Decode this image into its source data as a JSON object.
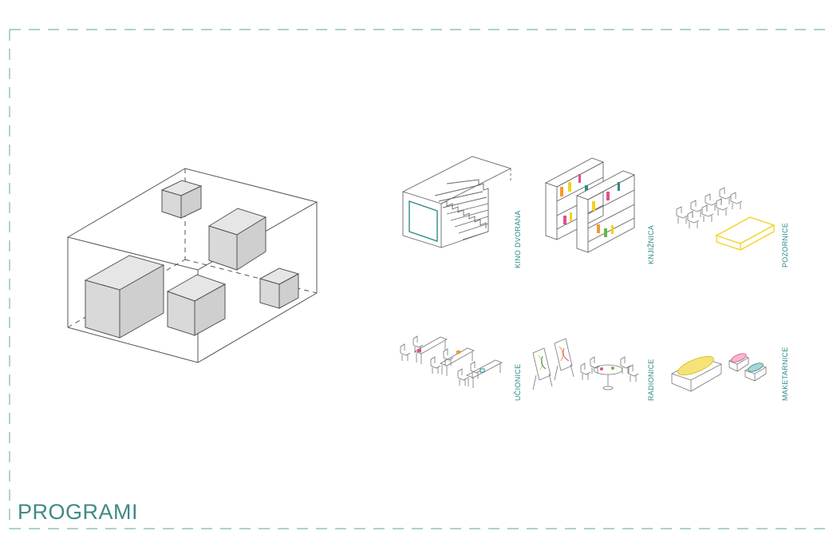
{
  "title": "PROGRAMI",
  "programs": [
    {
      "key": "kino",
      "label": "KINO DVORANA"
    },
    {
      "key": "knjiznica",
      "label": "KNJIŽNICA"
    },
    {
      "key": "pozornice",
      "label": "POZORNICE"
    },
    {
      "key": "ucionice",
      "label": "UČIONICE"
    },
    {
      "key": "radionice",
      "label": "RADIONICE"
    },
    {
      "key": "maketarnice",
      "label": "MAKETARNICE"
    }
  ],
  "colors": {
    "frame_dash": "#7fb3b3",
    "accent_teal": "#2f8a8a",
    "line": "#555555",
    "box_fill": "#d9d9d9",
    "yellow": "#f2d21b",
    "pink": "#e0508f",
    "orange": "#f39a2b",
    "green": "#66b84a"
  }
}
